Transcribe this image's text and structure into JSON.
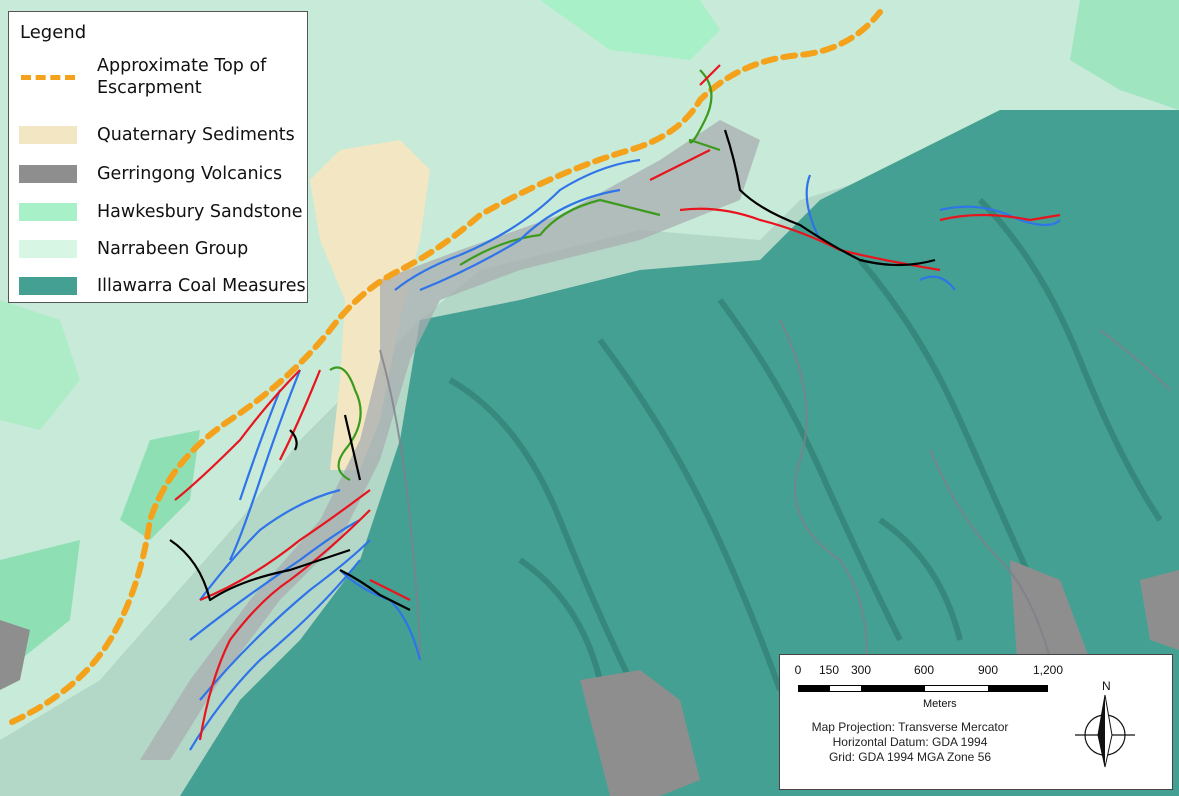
{
  "legend": {
    "title": "Legend",
    "items": [
      {
        "label": "Approximate Top of\nEscarpment",
        "type": "dash",
        "color": "#f4a21c"
      },
      {
        "label": "Quaternary Sediments",
        "type": "fill",
        "color": "#f3e6c2"
      },
      {
        "label": "Gerringong Volcanics",
        "type": "fill",
        "color": "#8e8e8e"
      },
      {
        "label": "Hawkesbury Sandstone",
        "type": "fill",
        "color": "#a8f0c8"
      },
      {
        "label": "Narrabeen Group",
        "type": "fill",
        "color": "#d8f6e4"
      },
      {
        "label": "Illawarra Coal Measures",
        "type": "fill",
        "color": "#44a092"
      }
    ]
  },
  "scale_bar": {
    "ticks": [
      "0",
      "150",
      "300",
      "600",
      "900",
      "1,200"
    ],
    "units": "Meters"
  },
  "map_info": {
    "projection": "Map Projection: Transverse Mercator",
    "datum": "Horizontal Datum:  GDA 1994",
    "grid": "Grid: GDA 1994 MGA Zone 56"
  },
  "north_arrow": {
    "label": "N",
    "icon": "north-arrow-icon"
  },
  "colors": {
    "trace_red": "#e8141e",
    "trace_blue": "#2f74e8",
    "trace_green": "#3c9a1c",
    "trace_black": "#000000",
    "creek_grey": "#7f7f8a"
  }
}
